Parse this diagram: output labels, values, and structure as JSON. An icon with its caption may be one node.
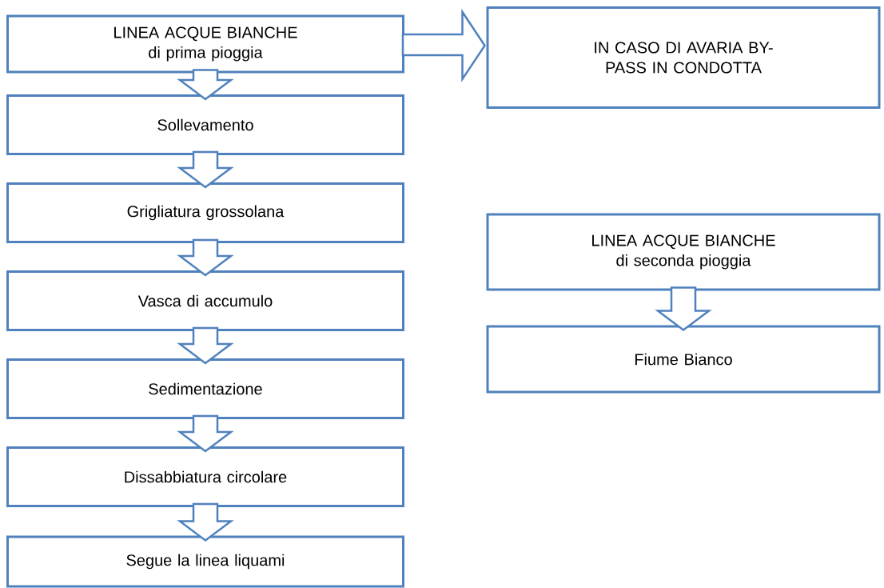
{
  "diagram": {
    "nodes": [
      {
        "text": [
          "LINEA ACQUE BIANCHE di prima pioggia"
        ]
      },
      {
        "text": [
          "Sollevamento"
        ]
      },
      {
        "text": [
          "Grigliatura grossolana"
        ]
      },
      {
        "text": [
          "Vasca di accumulo"
        ]
      },
      {
        "text": [
          "Sedimentazione"
        ]
      },
      {
        "text": [
          "Dissabbiatura circolare"
        ]
      },
      {
        "text": [
          "Segue la linea liquami"
        ]
      },
      {
        "text": [
          "IN CASO DI AVARIA BY-PASS IN CONDOTTA"
        ]
      },
      {
        "text": [
          "LINEA ACQUE BIANCHE di seconda pioggia"
        ]
      },
      {
        "text": [
          "Fiume Bianco"
        ]
      }
    ],
    "edges": [
      {
        "from": 0,
        "to": 1,
        "arrow": "to"
      },
      {
        "from": 1,
        "to": 2,
        "arrow": "to"
      },
      {
        "from": 2,
        "to": 3,
        "arrow": "to"
      },
      {
        "from": 3,
        "to": 4,
        "arrow": "to"
      },
      {
        "from": 4,
        "to": 5,
        "arrow": "to"
      },
      {
        "from": 5,
        "to": 6,
        "arrow": "to"
      },
      {
        "from": 0,
        "to": 7,
        "arrow": "to"
      },
      {
        "from": 8,
        "to": 9,
        "arrow": "to"
      }
    ]
  }
}
